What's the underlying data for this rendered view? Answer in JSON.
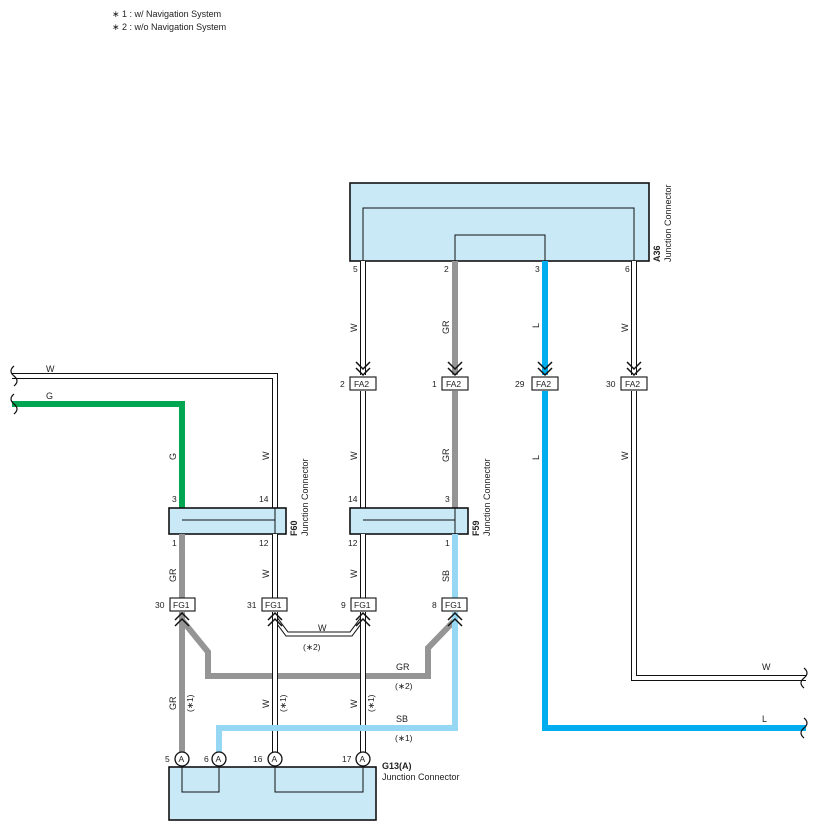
{
  "notes": [
    "∗ 1 : w/ Navigation System",
    "∗ 2 : w/o Navigation System"
  ],
  "colors": {
    "white_wire": "#ffffff",
    "green_wire": "#00a651",
    "gray_wire": "#959595",
    "blue_wire": "#00aeef",
    "skyblue_wire": "#96d8f4",
    "connector_fill": "#c9e9f7"
  },
  "connectors": {
    "a36": {
      "code": "A36",
      "label": "Junction Connector",
      "pins": [
        "5",
        "2",
        "3",
        "6"
      ]
    },
    "f60": {
      "code": "F60",
      "label": "Junction Connector",
      "pins_top": [
        "3",
        "14"
      ],
      "pins_bottom": [
        "1",
        "12"
      ]
    },
    "f59": {
      "code": "F59",
      "label": "Junction Connector",
      "pins_top": [
        "14",
        "3"
      ],
      "pins_bottom": [
        "12",
        "1"
      ]
    },
    "g13": {
      "code": "G13(A)",
      "label": "Junction Connector",
      "pins": [
        "5",
        "6",
        "16",
        "17"
      ],
      "pin_letter": "A"
    }
  },
  "tags": {
    "fa2": {
      "name": "FA2",
      "pins": [
        "2",
        "1",
        "29",
        "30"
      ]
    },
    "fg1": {
      "name": "FG1",
      "pins": [
        "30",
        "31",
        "9",
        "8"
      ]
    }
  },
  "wire_labels": {
    "w": "W",
    "g": "G",
    "gr": "GR",
    "l": "L",
    "sb": "SB"
  },
  "variant_marks": {
    "n1": "(∗1)",
    "n2": "(∗2)"
  }
}
